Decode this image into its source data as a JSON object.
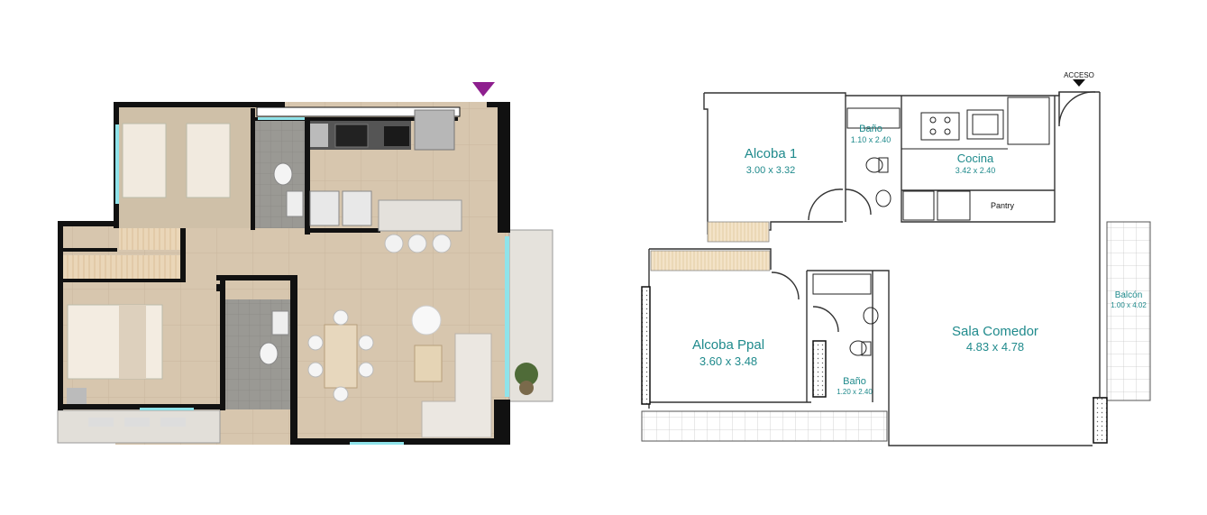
{
  "access_label": "ACCESO",
  "colors": {
    "accent_teal": "#1f8a8c",
    "access_marker": "#8e1f8e",
    "wall": "#111111",
    "floor": "#d8c7b0",
    "glass": "#8fe3ea"
  },
  "rooms": {
    "alcoba1": {
      "name": "Alcoba 1",
      "dims": "3.00 x 3.32"
    },
    "bano1": {
      "name": "Baño",
      "dims": "1.10 x 2.40"
    },
    "cocina": {
      "name": "Cocina",
      "dims": "3.42 x 2.40"
    },
    "pantry": {
      "name": "Pantry"
    },
    "balcon": {
      "name": "Balcón",
      "dims": "1.00 x 4.02"
    },
    "sala": {
      "name": "Sala Comedor",
      "dims": "4.83 x 4.78"
    },
    "alcoba_ppal": {
      "name": "Alcoba Ppal",
      "dims": "3.60 x 3.48"
    },
    "bano2": {
      "name": "Baño",
      "dims": "1.20 x 2.40"
    }
  }
}
